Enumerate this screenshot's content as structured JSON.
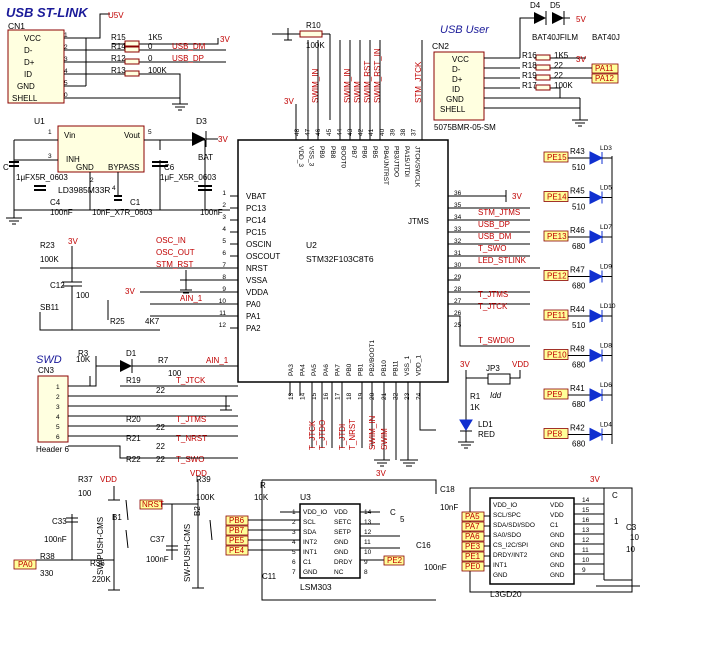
{
  "titles": {
    "usb_stlink": "USB ST-LINK",
    "usb_user": "USB User",
    "swd": "SWD"
  },
  "cn1": {
    "ref": "CN1",
    "pins": [
      "VCC",
      "D-",
      "D+",
      "ID",
      "GND",
      "SHELL"
    ],
    "nums": [
      "1",
      "2",
      "3",
      "4",
      "5",
      "0"
    ]
  },
  "cn2": {
    "ref": "CN2",
    "pins": [
      "VCC",
      "D-",
      "D+",
      "ID",
      "GND",
      "SHELL"
    ],
    "nums": [
      "1",
      "2",
      "3",
      "4",
      "5",
      "0"
    ],
    "part": "5075BMR-05-SM"
  },
  "cn3": {
    "ref": "CN3",
    "part": "Header 6",
    "nums": [
      "1",
      "2",
      "3",
      "4",
      "5",
      "6"
    ]
  },
  "usb_stlink": {
    "vusb": "U5V",
    "r15": "R15",
    "r15v": "1K5",
    "r14": "R14",
    "r14v": "0",
    "r12": "R12",
    "r12v": "0",
    "r13": "R13",
    "r13v": "100K",
    "dm": "USB_DM",
    "dp": "USB_DP",
    "v3": "3V"
  },
  "usb_user": {
    "d4": "D4",
    "d5": "D5",
    "d4p": "BAT40JFILM",
    "d5p": "BAT40J",
    "v5": "5V",
    "v3": "3V",
    "r16": "R16",
    "r16v": "1K5",
    "r18": "R18",
    "r18v": "22",
    "r19": "R19",
    "r19v": "22",
    "r17": "R17",
    "r17v": "100K",
    "pa11": "PA11",
    "pa12": "PA12"
  },
  "reg": {
    "ref": "U1",
    "part": "LD3985M33R",
    "vin": "Vin",
    "vout": "Vout",
    "inh": "INH",
    "gnd": "GND",
    "bypass": "BYPASS",
    "pin1": "1",
    "pin3": "3",
    "pin5": "5",
    "pin4": "4",
    "pin2": "2"
  },
  "reg_caps": {
    "c": "C",
    "cv": "1μF",
    "cp": "X5R_0603",
    "c4": "C4",
    "c4v": "100nF",
    "c6": "C6",
    "c6v": "1μF_X5R_0603",
    "c10v": "10nF_X7R_0603",
    "c1": "C1",
    "c2v": "100nF"
  },
  "d3": {
    "ref": "D3",
    "part": "BAT",
    "v3": "3V"
  },
  "mcu": {
    "ref": "U2",
    "part": "STM32F103C8T6",
    "left": [
      "VBAT",
      "PC13",
      "PC14",
      "PC15",
      "OSCIN",
      "OSCOUT",
      "NRST",
      "VSSA",
      "VDDA",
      "PA0",
      "PA1",
      "PA2"
    ],
    "left_nums": [
      "1",
      "2",
      "3",
      "4",
      "5",
      "6",
      "7",
      "8",
      "9",
      "10",
      "11",
      "12"
    ],
    "top": [
      "VDD_3",
      "VSS_3",
      "PB9",
      "PB8",
      "BOOT0",
      "PB7",
      "PB6",
      "PB5",
      "PB4/JNTRST",
      "PB3/JTDO",
      "PA15/JTDI",
      "JTCK/SWCLK"
    ],
    "top_nums": [
      "48",
      "47",
      "46",
      "45",
      "44",
      "43",
      "42",
      "41",
      "40",
      "39",
      "38",
      "37"
    ],
    "right": [
      "",
      "",
      "",
      "",
      "",
      "",
      "",
      "",
      "",
      "",
      "",
      ""
    ],
    "right_nums": [
      "36",
      "35",
      "34",
      "33",
      "32",
      "31",
      "30",
      "29",
      "28",
      "27",
      "26",
      "25"
    ],
    "jtms": "JTMS",
    "bottom": [
      "PA3",
      "PA4",
      "PA5",
      "PA6",
      "PA7",
      "PB0",
      "PB1",
      "PB2/BOOT1",
      "PB10",
      "PB11",
      "VSS_1",
      "VDD_1"
    ],
    "bottom_nums": [
      "13",
      "14",
      "15",
      "16",
      "17",
      "18",
      "19",
      "20",
      "21",
      "22",
      "23",
      "24"
    ]
  },
  "top_nets": [
    "SWIM_IN",
    "SWIM_IN",
    "SWIM",
    "SWIM_RST",
    "SWIM_RST_IN",
    "STM_JTCK"
  ],
  "r10": {
    "ref": "R10",
    "val": "100K"
  },
  "v3_top": "3V",
  "right_nets": [
    "STM_JTMS",
    "USB_DP",
    "USB_DM",
    "T_SWO",
    "LED_STLINK",
    "T_JTMS",
    "T_JTCK",
    "T_SWDIO"
  ],
  "left_nets": [
    "OSC_IN",
    "OSC_OUT",
    "STM_RST",
    "AIN_1"
  ],
  "bottom_nets": [
    "T_JTCK",
    "T_JTDO",
    "T_JTDI",
    "T_NRST",
    "SWIM_IN",
    "SWIM"
  ],
  "misc_left": {
    "r23": "R23",
    "r23v": "100K",
    "c12": "C12",
    "c12v": "100",
    "sb11": "SB11",
    "r25": "R25",
    "r25v": "4K7",
    "v3": "3V",
    "ain1": "AIN_1"
  },
  "swd": {
    "r3": "R3",
    "r3v": "10K",
    "d1": "D1",
    "r7": "R7",
    "r7v": "100",
    "ain": "AIN_1",
    "r19": "R19",
    "r20": "R20",
    "r21": "R21",
    "r22": "R22",
    "rv": "22",
    "nets": [
      "T_JTCK",
      "T_JTMS",
      "T_NRST",
      "T_SWO"
    ],
    "v3": "3V"
  },
  "jp3": {
    "ref": "JP3",
    "v3": "3V",
    "vdd": "VDD",
    "idd": "Idd",
    "r1": "R1",
    "r1v": "1K",
    "ld1": "LD1",
    "ld1c": "RED"
  },
  "leds": [
    {
      "ref": "R43",
      "rv": "510",
      "ld": "LD3",
      "port": "PE15"
    },
    {
      "ref": "R45",
      "rv": "510",
      "ld": "LD5",
      "port": "PE14"
    },
    {
      "ref": "R46",
      "rv": "680",
      "ld": "LD7",
      "port": "PE13"
    },
    {
      "ref": "R47",
      "rv": "680",
      "ld": "LD9",
      "port": "PE12"
    },
    {
      "ref": "R44",
      "rv": "510",
      "ld": "LD10",
      "port": "PE11"
    },
    {
      "ref": "R48",
      "rv": "680",
      "ld": "LD8",
      "port": "PE10"
    },
    {
      "ref": "R41",
      "rv": "680",
      "ld": "LD6",
      "port": "PE9"
    },
    {
      "ref": "R42",
      "rv": "680",
      "ld": "LD4",
      "port": "PE8"
    }
  ],
  "buttons": {
    "r37": "R37",
    "r37v": "100",
    "vdd": "VDD",
    "c33": "C33",
    "c33v": "100nF",
    "b1": "B1",
    "sw": "SW-PUSH-CMS",
    "r38": "R38",
    "r38v": "330",
    "r36": "R36",
    "r36v": "220K",
    "pa0": "PA0",
    "nrst": "NRST",
    "r39": "R39",
    "r39v": "100K",
    "c37": "C37",
    "c37v": "100nF",
    "b2": "B2"
  },
  "lsm": {
    "ref": "U3",
    "part": "LSM303",
    "v3": "3V",
    "r": "R",
    "rv": "10K",
    "c18": "C18",
    "c18v": "10nF",
    "c16": "C16",
    "c16v": "100nF",
    "c11": "C11",
    "c5": "C",
    "c5v": "5",
    "left": [
      "VDD_IO",
      "SCL",
      "SDA",
      "INT2",
      "INT1",
      "C1",
      "GND"
    ],
    "right": [
      "VDD",
      "SETC",
      "SETP",
      "GND",
      "GND",
      "DRDY",
      "NC"
    ],
    "lnums": [
      "1",
      "2",
      "3",
      "4",
      "5",
      "6",
      "7"
    ],
    "rnums": [
      "14",
      "13",
      "12",
      "11",
      "10",
      "9",
      "8"
    ],
    "ports": [
      "PB6",
      "PB7",
      "PE5",
      "PE4"
    ],
    "pe2": "PE2"
  },
  "l3g": {
    "ref": "L3GD20",
    "v3": "3V",
    "c": "C",
    "cv": "10",
    "c3": "C3",
    "c3v": "10",
    "c1": "1",
    "left": [
      "VDD_IO",
      "SCL/SPC",
      "SDA/SDI/SDO",
      "SA0/SDO",
      "CS_I2C/SPI",
      "DRDY/INT2",
      "INT1",
      "GND"
    ],
    "right": [
      "VDD",
      "VDD",
      "C1",
      "GND",
      "GND",
      "GND",
      "GND",
      "GND"
    ],
    "rnums": [
      "14",
      "15",
      "16",
      "13",
      "12",
      "11",
      "10",
      "9"
    ],
    "ports": [
      "PA5",
      "PA7",
      "PA6",
      "PE3",
      "PE1",
      "PE0"
    ]
  }
}
